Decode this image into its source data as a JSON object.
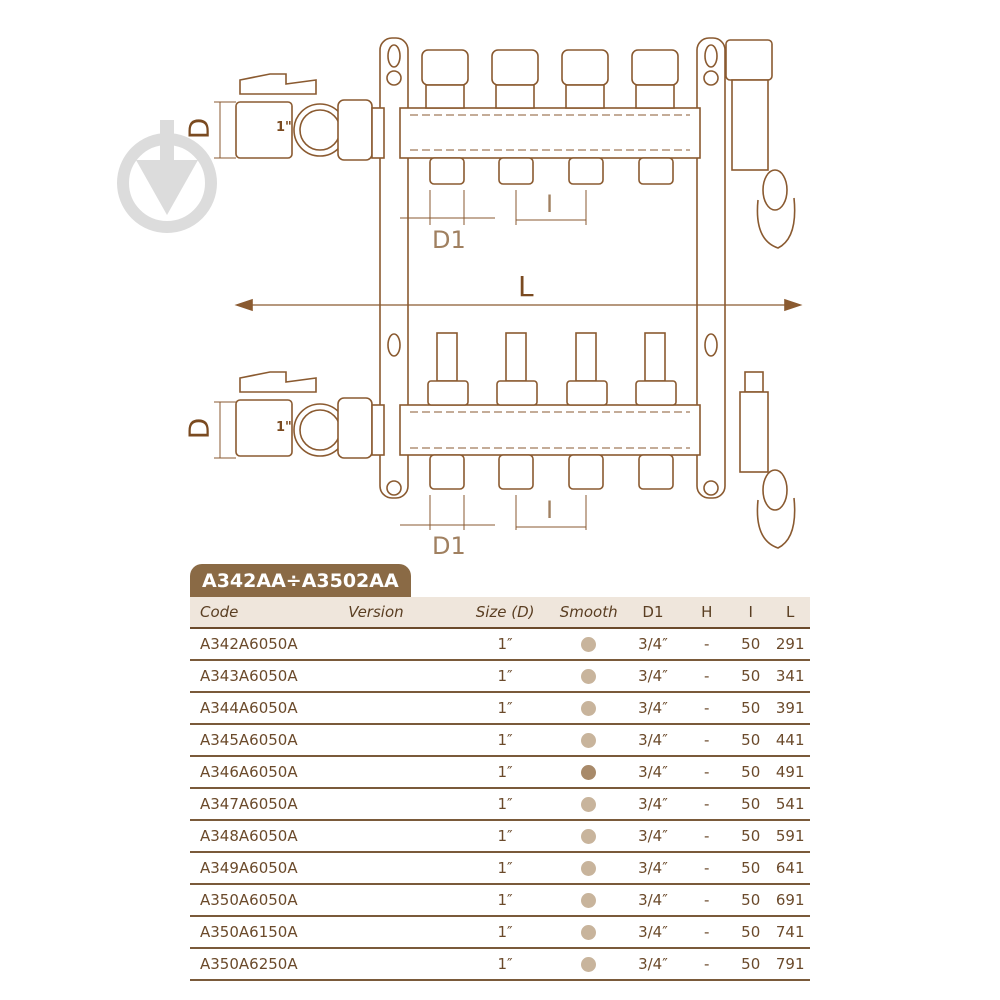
{
  "drawing": {
    "labels": {
      "D_top": "D",
      "D_bottom": "D",
      "D1_top": "D1",
      "D1_bottom": "D1",
      "I_top": "I",
      "I_bottom": "I",
      "L": "L",
      "inlet_size_top": "1\"",
      "inlet_size_bottom": "1\""
    },
    "line_color": "#8a5a30",
    "watermark_color": "#d9d9d9"
  },
  "table": {
    "title": "A342AA÷A3502AA",
    "headers": [
      "Code",
      "Version",
      "Size (D)",
      "Smooth",
      "D1",
      "H",
      "I",
      "L"
    ],
    "rows": [
      {
        "code": "A342A6050A",
        "version": "",
        "size": "1″",
        "smooth": "dot",
        "d1": "3/4″",
        "h": "-",
        "i": "50",
        "l": "291"
      },
      {
        "code": "A343A6050A",
        "version": "",
        "size": "1″",
        "smooth": "dot",
        "d1": "3/4″",
        "h": "-",
        "i": "50",
        "l": "341"
      },
      {
        "code": "A344A6050A",
        "version": "",
        "size": "1″",
        "smooth": "dot",
        "d1": "3/4″",
        "h": "-",
        "i": "50",
        "l": "391"
      },
      {
        "code": "A345A6050A",
        "version": "",
        "size": "1″",
        "smooth": "dot",
        "d1": "3/4″",
        "h": "-",
        "i": "50",
        "l": "441"
      },
      {
        "code": "A346A6050A",
        "version": "",
        "size": "1″",
        "smooth": "dot-dark",
        "d1": "3/4″",
        "h": "-",
        "i": "50",
        "l": "491"
      },
      {
        "code": "A347A6050A",
        "version": "",
        "size": "1″",
        "smooth": "dot",
        "d1": "3/4″",
        "h": "-",
        "i": "50",
        "l": "541"
      },
      {
        "code": "A348A6050A",
        "version": "",
        "size": "1″",
        "smooth": "dot",
        "d1": "3/4″",
        "h": "-",
        "i": "50",
        "l": "591"
      },
      {
        "code": "A349A6050A",
        "version": "",
        "size": "1″",
        "smooth": "dot",
        "d1": "3/4″",
        "h": "-",
        "i": "50",
        "l": "641"
      },
      {
        "code": "A350A6050A",
        "version": "",
        "size": "1″",
        "smooth": "dot",
        "d1": "3/4″",
        "h": "-",
        "i": "50",
        "l": "691"
      },
      {
        "code": "A350A6150A",
        "version": "",
        "size": "1″",
        "smooth": "dot",
        "d1": "3/4″",
        "h": "-",
        "i": "50",
        "l": "741"
      },
      {
        "code": "A350A6250A",
        "version": "",
        "size": "1″",
        "smooth": "dot",
        "d1": "3/4″",
        "h": "-",
        "i": "50",
        "l": "791"
      }
    ],
    "colors": {
      "title_bg": "#8a6a45",
      "header_bg": "#efe6dc",
      "dot": "#c8b49c",
      "dot_dark": "#a88a6a",
      "text": "#6b4a2b"
    }
  }
}
